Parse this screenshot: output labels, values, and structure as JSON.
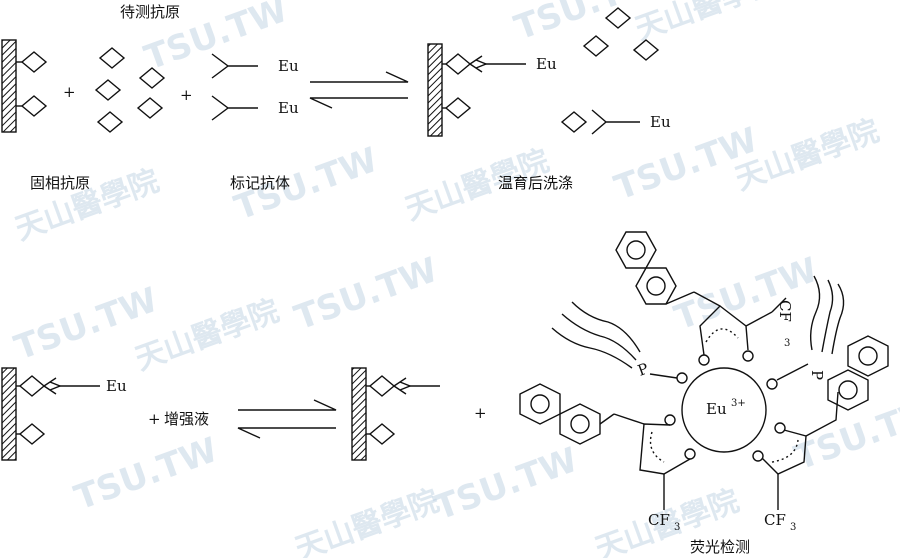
{
  "labels": {
    "analyte_antigen": "待测抗原",
    "solid_phase_antigen": "固相抗原",
    "labeled_antibody": "标记抗体",
    "incubate_wash": "温育后洗涤",
    "enhancer": "增强液",
    "fluorescence_detection": "荧光检测",
    "plus": "+",
    "eu": "Eu",
    "eu_ion": "Eu",
    "eu_charge": "3+",
    "p": "P",
    "cf3": "CF",
    "cf3_sub": "3"
  },
  "watermark": {
    "latin": "TSU.TW",
    "chinese": "天山醫學院"
  }
}
